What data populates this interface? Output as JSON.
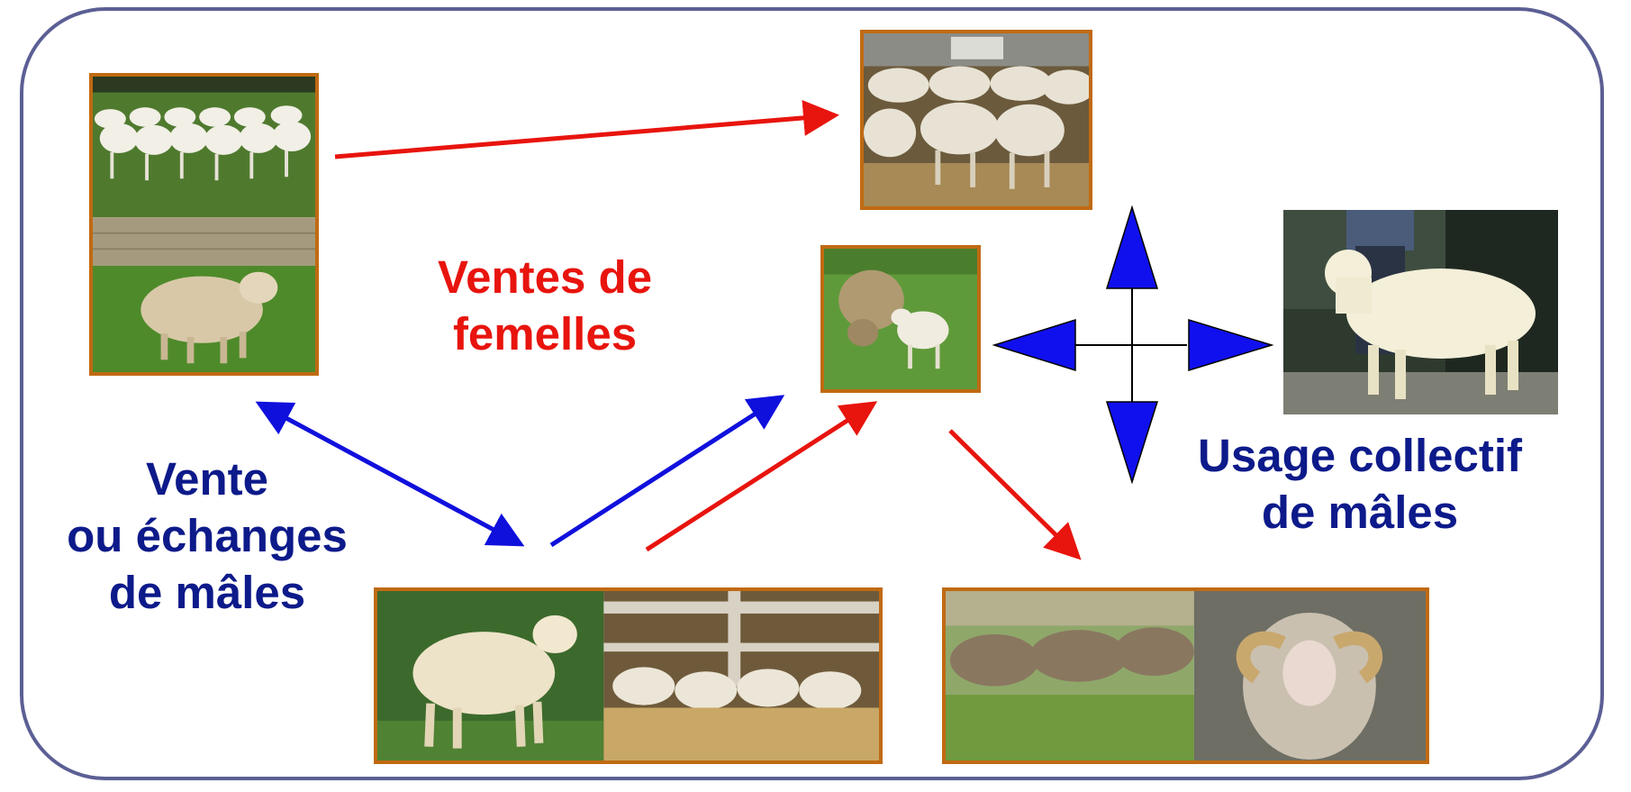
{
  "labels": {
    "ventes_femelles": [
      "Ventes de",
      "femelles"
    ],
    "vente_echanges_males": [
      "Vente",
      "ou échanges",
      "de mâles"
    ],
    "usage_collectif_males": [
      "Usage collectif",
      "de mâles"
    ]
  },
  "colors": {
    "frame": "#5b5f94",
    "photo_border": "#c06a12",
    "female_flow": "#e8140e",
    "male_flow": "#1010dd",
    "male_label": "#0d1a8a",
    "female_label": "#e8140e"
  },
  "photos": [
    {
      "name": "photo-flock-and-ewe",
      "subject": "flock of white sheep in field above a single ewe on grass"
    },
    {
      "name": "photo-ewes-in-barn",
      "subject": "ewes standing on straw in a barn"
    },
    {
      "name": "photo-ewe-with-lambs",
      "subject": "woolly ewe grazing with two lambs"
    },
    {
      "name": "photo-ram-held",
      "subject": "white ram held by a handler"
    },
    {
      "name": "photo-ram-and-feeding-ewes",
      "subject": "white ram next to ewes feeding on hay"
    },
    {
      "name": "photo-flock-and-horned-ram",
      "subject": "grazing flock next to a horned ram"
    }
  ]
}
